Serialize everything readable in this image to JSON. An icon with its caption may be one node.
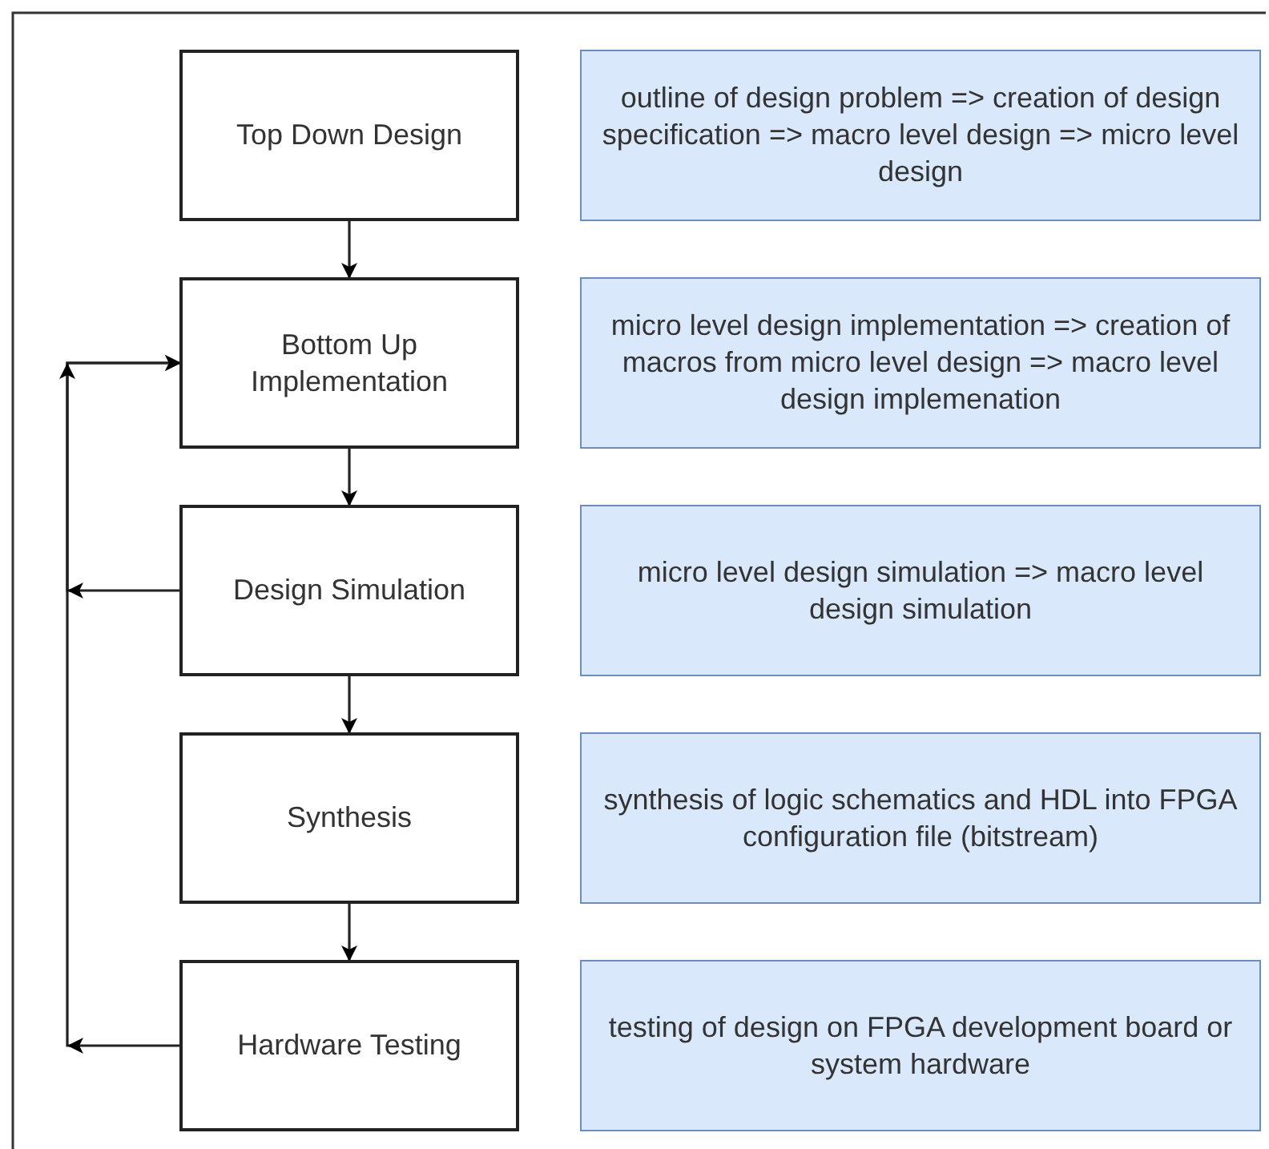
{
  "diagram": {
    "nodes": [
      {
        "text": [
          "Top Down Design"
        ]
      },
      {
        "text": [
          "Bottom Up Implementation"
        ]
      },
      {
        "text": [
          "Design Simulation"
        ]
      },
      {
        "text": [
          "Synthesis"
        ]
      },
      {
        "text": [
          "Hardware Testing"
        ]
      },
      {
        "text": [
          "outline of design problem => creation of design specification => macro level design => micro level design"
        ]
      },
      {
        "text": [
          "micro level design implementation => creation of macros from micro level design => macro level design implemenation"
        ]
      },
      {
        "text": [
          "micro level design simulation => macro level design simulation"
        ]
      },
      {
        "text": [
          "synthesis of logic schematics and HDL into FPGA configuration file (bitstream)"
        ]
      },
      {
        "text": [
          "testing of design on FPGA development board or system hardware"
        ]
      }
    ],
    "edges": [
      {
        "from": 0,
        "to": 1,
        "arrow": "to"
      },
      {
        "from": 1,
        "to": 2,
        "arrow": "to"
      },
      {
        "from": 2,
        "to": 3,
        "arrow": "to"
      },
      {
        "from": 3,
        "to": 4,
        "arrow": "to"
      },
      {
        "from": 2,
        "to": 1,
        "arrow": "to"
      },
      {
        "from": 4,
        "to": 1,
        "arrow": "to"
      }
    ]
  }
}
